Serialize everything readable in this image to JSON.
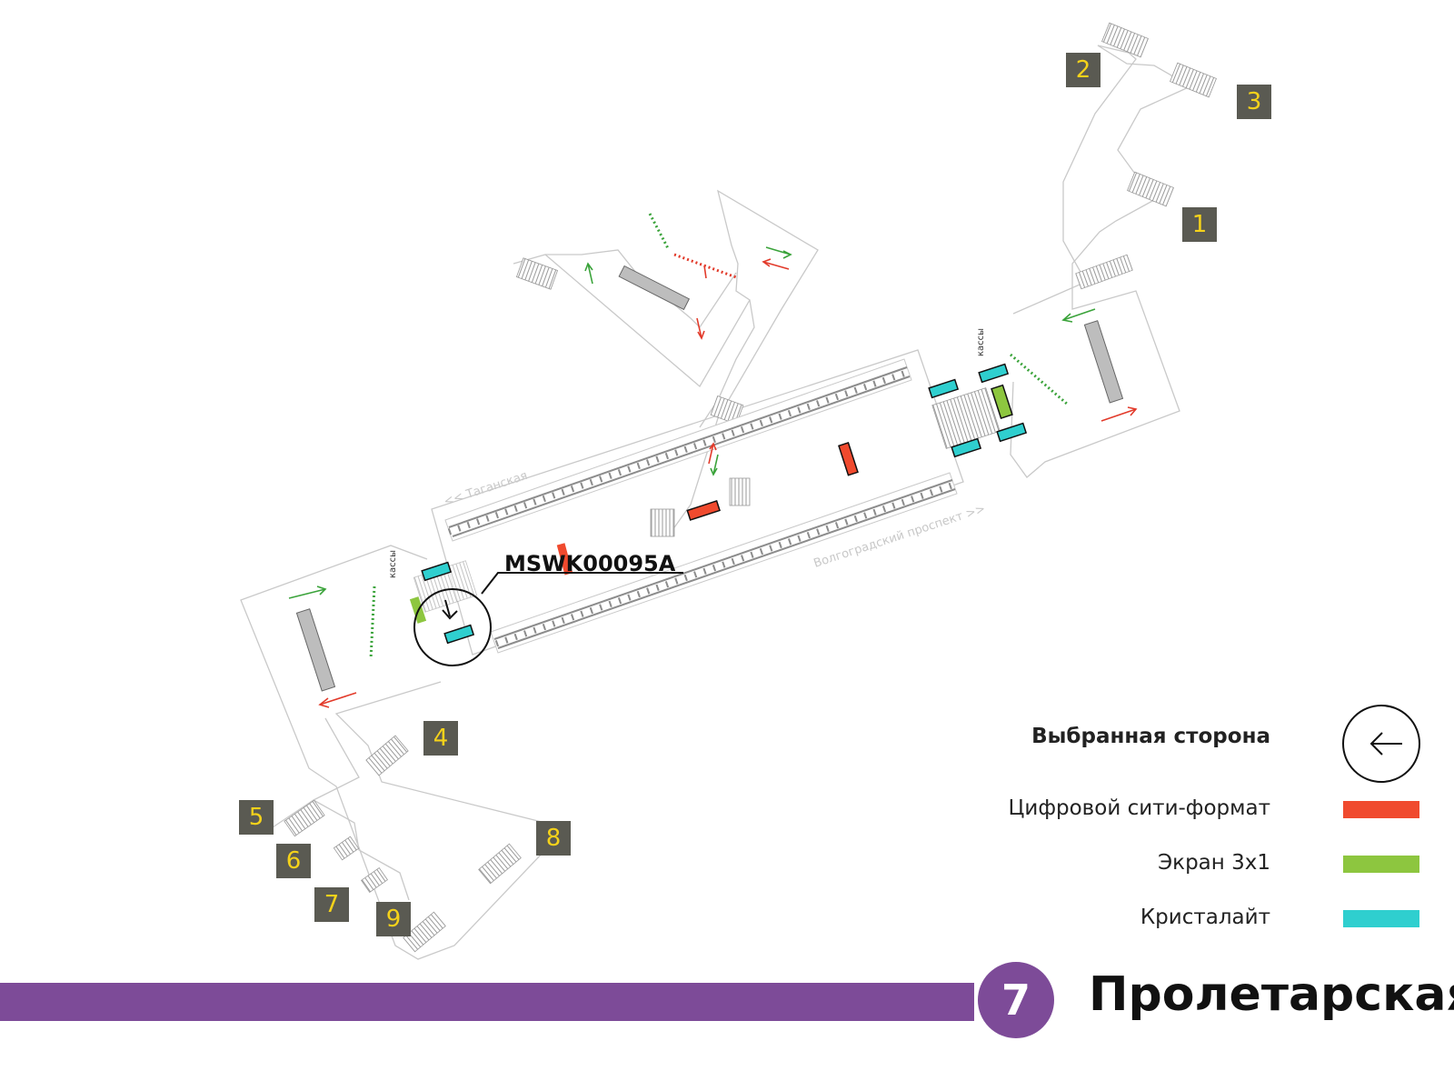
{
  "station": {
    "line_number": "7",
    "name": "Пролетарская",
    "line_color": "#7d4b98"
  },
  "selected": {
    "code": "MSWK00095A"
  },
  "directions": {
    "west": "<< Таганская",
    "east": "Волгоградский проспект >>"
  },
  "labels": {
    "ticket_office": "кассы"
  },
  "exits": [
    "1",
    "2",
    "3",
    "4",
    "5",
    "6",
    "7",
    "8",
    "9"
  ],
  "legend": {
    "title": "Выбранная сторона",
    "items": [
      {
        "label": "Цифровой сити-формат",
        "color": "#f04a2e"
      },
      {
        "label": "Экран 3х1",
        "color": "#8dc63f"
      },
      {
        "label": "Кристалайт",
        "color": "#2fcfcf"
      }
    ]
  },
  "colors": {
    "outline": "#c9c9c9",
    "exit_badge_bg": "#5a5a52",
    "exit_badge_text": "#f5d21a",
    "arrow_green": "#3aa33a",
    "arrow_red": "#e23a2a"
  }
}
